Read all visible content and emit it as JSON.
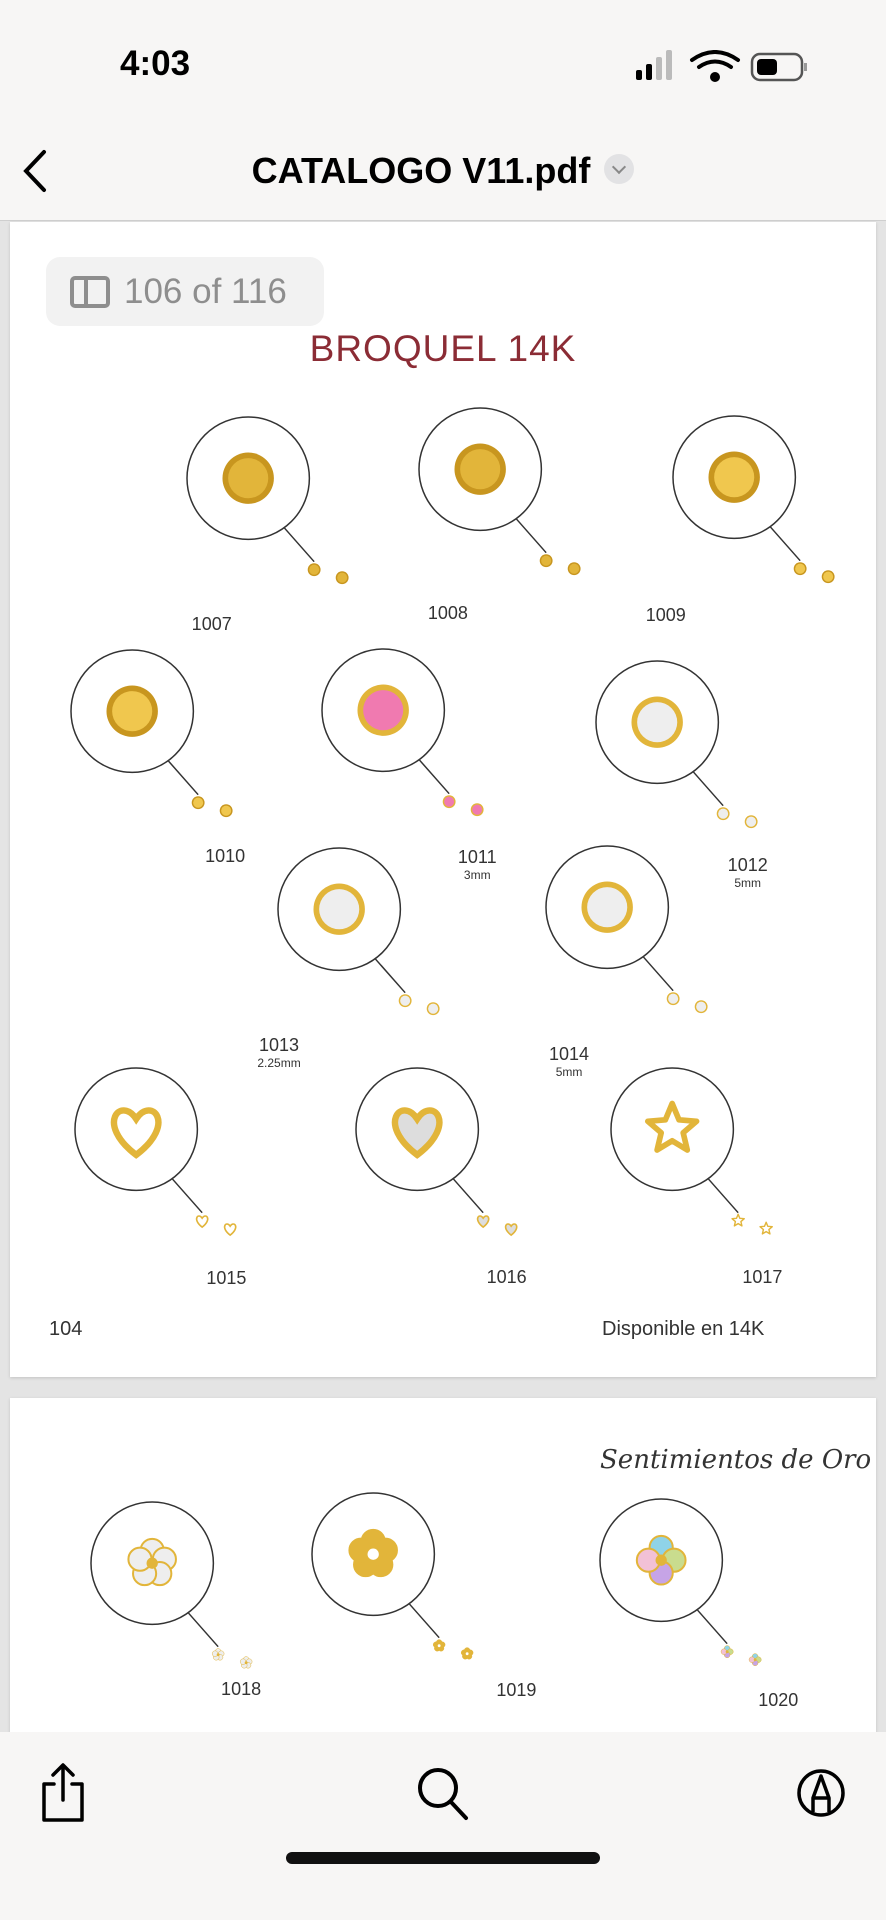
{
  "status_bar": {
    "time": "4:03",
    "icons": [
      "signal-icon",
      "wifi-icon",
      "battery-icon"
    ]
  },
  "nav": {
    "title": "CATALOGO V11.pdf",
    "back_icon": "chevron-left-icon",
    "menu_icon": "chevron-down-icon"
  },
  "page_indicator": {
    "text": "106 of 116",
    "icon": "sidebar-icon"
  },
  "page1": {
    "title": "BROQUEL 14K",
    "page_number": "104",
    "footer": "Disponible en 14K",
    "title_color": "#8b2c35",
    "products": [
      {
        "code": "1007",
        "size": "",
        "style": "gold-ball"
      },
      {
        "code": "1008",
        "size": "",
        "style": "gold-ball"
      },
      {
        "code": "1009",
        "size": "",
        "style": "gold-faceted"
      },
      {
        "code": "1010",
        "size": "",
        "style": "gold-faceted"
      },
      {
        "code": "1011",
        "size": "3mm",
        "style": "pink-gem"
      },
      {
        "code": "1012",
        "size": "5mm",
        "style": "clear-gem"
      },
      {
        "code": "1013",
        "size": "2.25mm",
        "style": "clear-gem"
      },
      {
        "code": "1014",
        "size": "5mm",
        "style": "clear-gem"
      },
      {
        "code": "1015",
        "size": "",
        "style": "heart"
      },
      {
        "code": "1016",
        "size": "",
        "style": "heart-pave"
      },
      {
        "code": "1017",
        "size": "",
        "style": "star"
      }
    ]
  },
  "page2": {
    "brand": "Sentimientos de Oro",
    "products": [
      {
        "code": "1018",
        "size": "",
        "style": "flower-clear"
      },
      {
        "code": "1019",
        "size": "",
        "style": "flower-gold"
      },
      {
        "code": "1020",
        "size": "",
        "style": "clover-multi"
      }
    ]
  },
  "toolbar": {
    "icons": [
      "share-icon",
      "search-icon",
      "markup-icon"
    ]
  },
  "colors": {
    "gold": "#e2b53a",
    "accent": "#8b2c35"
  }
}
